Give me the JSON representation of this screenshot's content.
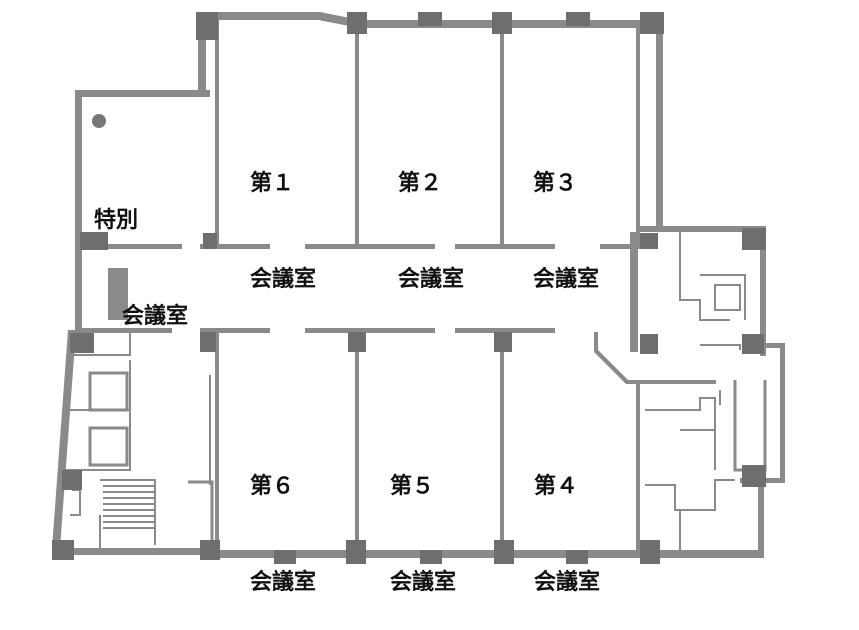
{
  "floor_plan": {
    "rooms": [
      {
        "id": "special",
        "line1": "特別",
        "line2": "会議室"
      },
      {
        "id": "r1",
        "line1": "第１",
        "line2": "会議室"
      },
      {
        "id": "r2",
        "line1": "第２",
        "line2": "会議室"
      },
      {
        "id": "r3",
        "line1": "第３",
        "line2": "会議室"
      },
      {
        "id": "r4",
        "line1": "第４",
        "line2": "会議室"
      },
      {
        "id": "r5",
        "line1": "第５",
        "line2": "会議室"
      },
      {
        "id": "r6",
        "line1": "第６",
        "line2": "会議室"
      }
    ],
    "colors": {
      "wall": "#8a8a8a",
      "pillar": "#6e6e6e",
      "text": "#111111"
    }
  }
}
